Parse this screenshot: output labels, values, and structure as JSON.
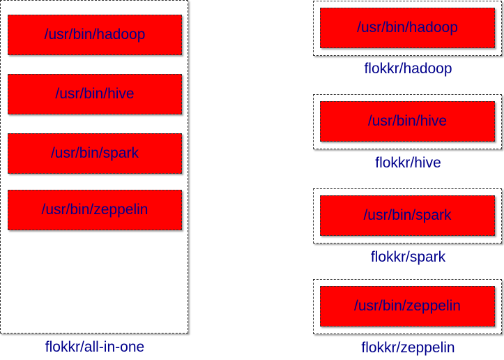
{
  "colors": {
    "binary_fill": "#ff0000",
    "text": "#00008b",
    "border": "#333333",
    "background": "#ffffff"
  },
  "all_in_one": {
    "label": "flokkr/all-in-one",
    "binaries": [
      "/usr/bin/hadoop",
      "/usr/bin/hive",
      "/usr/bin/spark",
      "/usr/bin/zeppelin"
    ]
  },
  "separate": [
    {
      "label": "flokkr/hadoop",
      "binary": "/usr/bin/hadoop"
    },
    {
      "label": "flokkr/hive",
      "binary": "/usr/bin/hive"
    },
    {
      "label": "flokkr/spark",
      "binary": "/usr/bin/spark"
    },
    {
      "label": "flokkr/zeppelin",
      "binary": "/usr/bin/zeppelin"
    }
  ]
}
